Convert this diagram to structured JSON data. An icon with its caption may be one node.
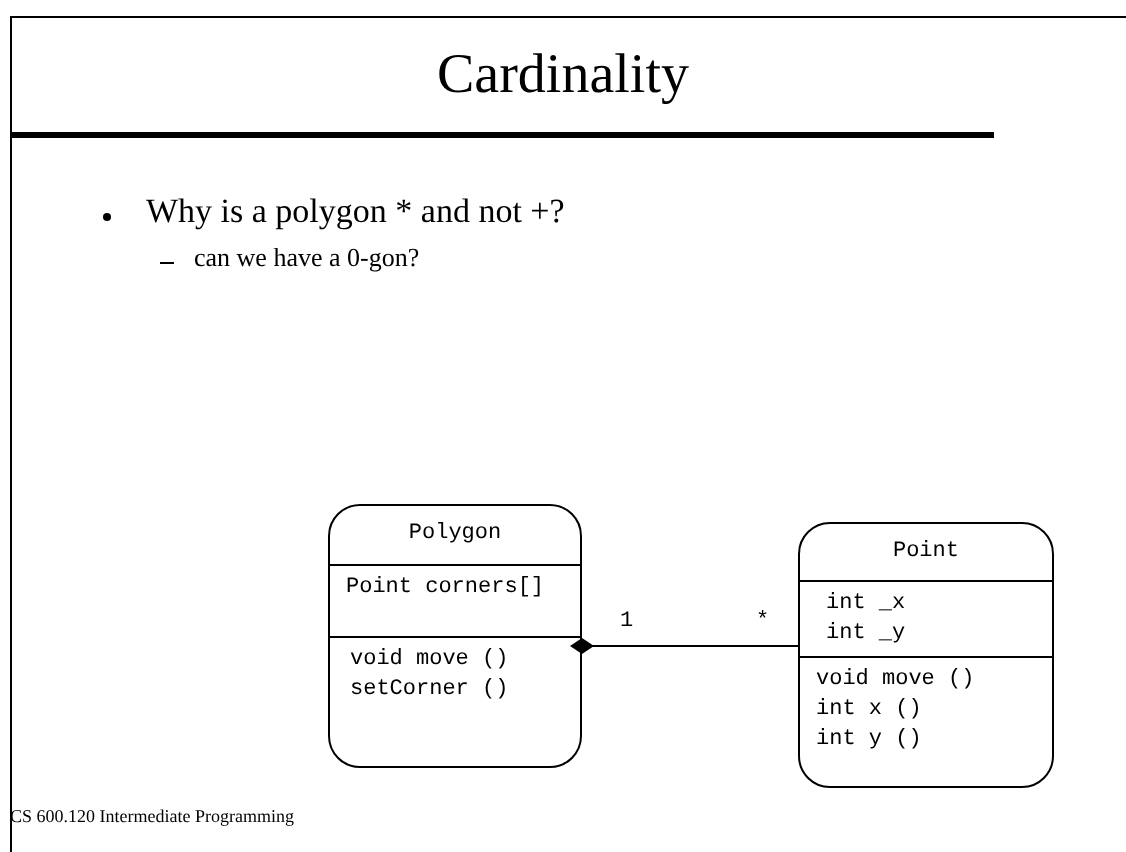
{
  "diagram": {
    "title": "Cardinality",
    "nodes": [
      {
        "text": [
          "Polygon",
          "Point corners[]",
          "void move ()",
          "setCorner ()"
        ]
      },
      {
        "text": [
          "Point",
          "int _x",
          "int _y",
          "void move ()",
          "int x ()",
          "int y ()"
        ]
      }
    ],
    "edges": [
      {
        "from": 0,
        "to": 1,
        "arrow": "other"
      }
    ],
    "labels": [
      "Why is a polygon * and not +?",
      "can we have a 0-gon?",
      "1",
      "*",
      "CS 600.120 Intermediate Programming"
    ]
  }
}
